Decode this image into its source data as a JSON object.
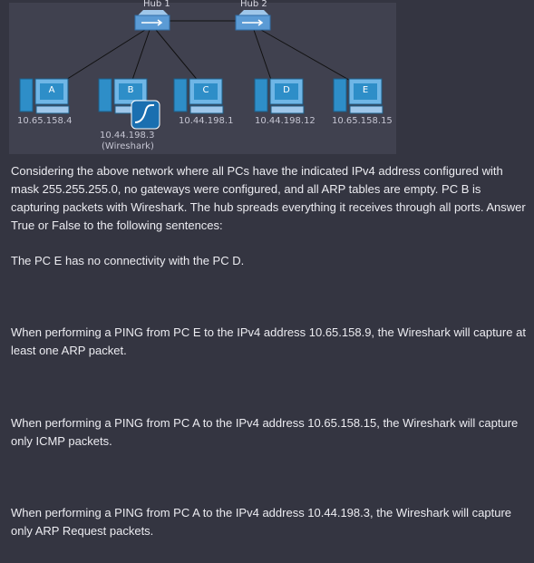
{
  "diagram": {
    "hubs": [
      {
        "label": "Hub 1"
      },
      {
        "label": "Hub 2"
      }
    ],
    "pcs": [
      {
        "letter": "A",
        "ip": "10.65.158.4"
      },
      {
        "letter": "B",
        "ip": "10.44.198.3",
        "note": "(Wireshark)"
      },
      {
        "letter": "C",
        "ip": "10.44.198.1"
      },
      {
        "letter": "D",
        "ip": "10.44.198.12"
      },
      {
        "letter": "E",
        "ip": "10.65.158.15"
      }
    ],
    "colors": {
      "hub": "#5b9bd5",
      "pc": "#2e8ec8",
      "wireshark": "#1a6fb0",
      "link": "#111111"
    }
  },
  "intro": "Considering the above network where all PCs have the indicated IPv4 address configured with mask 255.255.255.0, no gateways were configured, and all ARP tables are empty. PC B is capturing packets with Wireshark. The hub spreads everything it receives through all ports. Answer True or False to the following sentences:",
  "statements": [
    "The PC E has no connectivity with the PC D.",
    "When performing a PING from PC E to the IPv4 address 10.65.158.9, the Wireshark will capture at least one ARP packet.",
    "When performing a PING from PC A to the IPv4 address 10.65.158.15, the Wireshark will capture only ICMP packets.",
    "When performing a PING from PC A to the IPv4 address 10.44.198.3, the Wireshark will capture only ARP Request packets."
  ]
}
